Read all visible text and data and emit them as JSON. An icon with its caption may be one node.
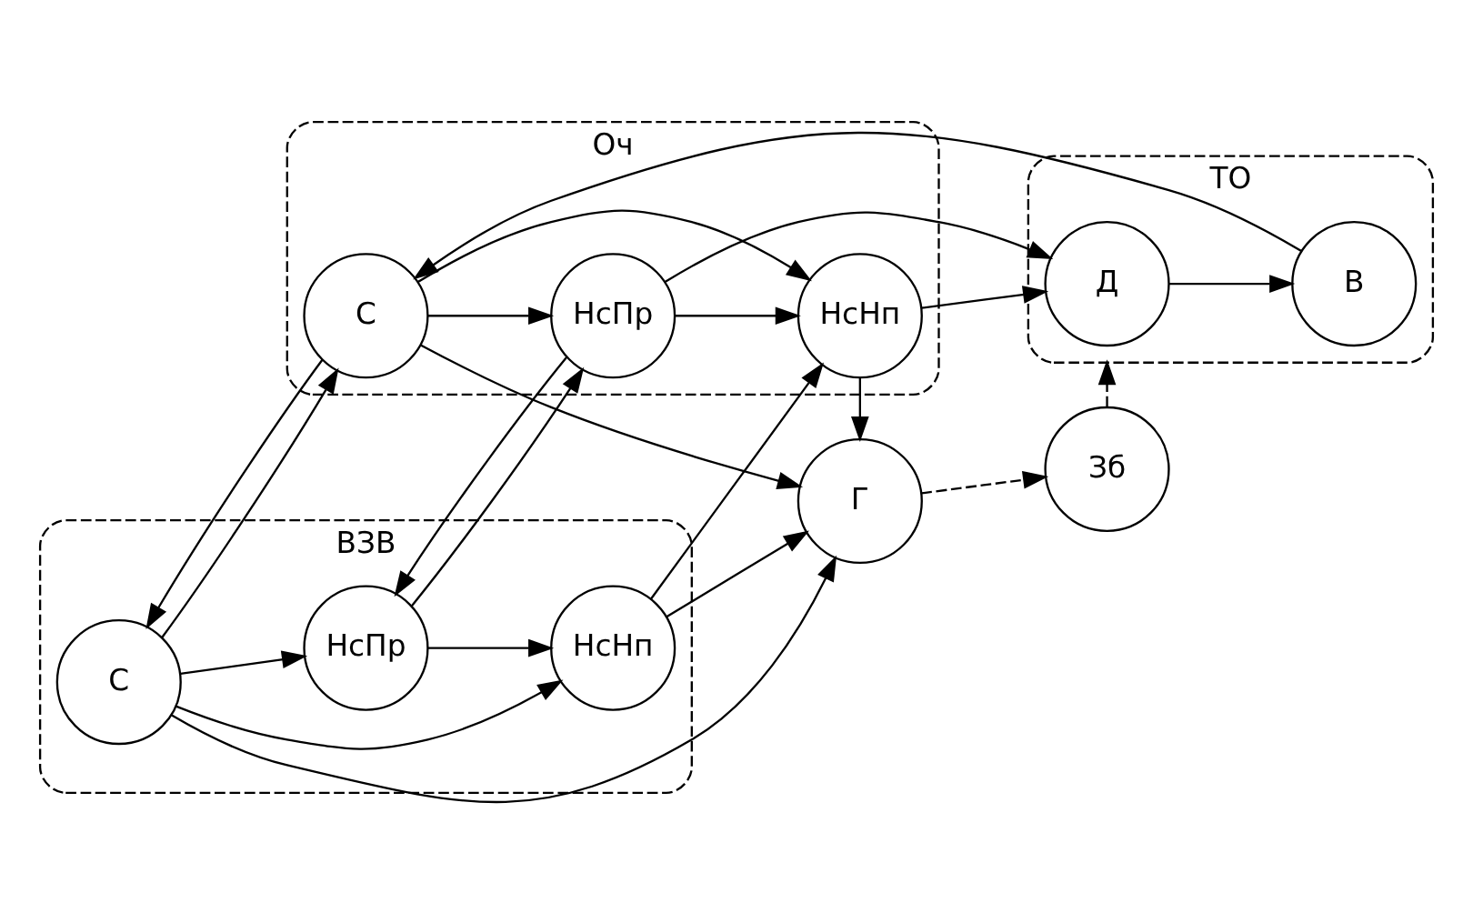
{
  "diagram": {
    "nodes": [
      {
        "text": [
          "Оч"
        ]
      },
      {
        "text": [
          "С"
        ],
        "in": 0
      },
      {
        "text": [
          "НсПр"
        ],
        "in": 0
      },
      {
        "text": [
          "НсНп"
        ],
        "in": 0
      },
      {
        "text": [
          "ВЗВ"
        ]
      },
      {
        "text": [
          "С"
        ],
        "in": 4
      },
      {
        "text": [
          "НсПр"
        ],
        "in": 4
      },
      {
        "text": [
          "НсНп"
        ],
        "in": 4
      },
      {
        "text": [
          "ТО"
        ]
      },
      {
        "text": [
          "Д"
        ],
        "in": 8
      },
      {
        "text": [
          "В"
        ],
        "in": 8
      },
      {
        "text": [
          "Г"
        ]
      },
      {
        "text": [
          "Зб"
        ]
      }
    ],
    "edges": [
      {
        "from": 1,
        "to": 5,
        "arrow": "to"
      },
      {
        "from": 5,
        "to": 1,
        "arrow": "to"
      },
      {
        "from": 10,
        "to": 1,
        "arrow": "to"
      },
      {
        "from": 1,
        "to": 2,
        "arrow": "to"
      },
      {
        "from": 1,
        "to": 3,
        "arrow": "to"
      },
      {
        "from": 1,
        "to": 11,
        "arrow": "to"
      },
      {
        "from": 2,
        "to": 6,
        "arrow": "to"
      },
      {
        "from": 6,
        "to": 2,
        "arrow": "to"
      },
      {
        "from": 2,
        "to": 3,
        "arrow": "to"
      },
      {
        "from": 2,
        "to": 9,
        "arrow": "to"
      },
      {
        "from": 5,
        "to": 6,
        "arrow": "to"
      },
      {
        "from": 5,
        "to": 7,
        "arrow": "to"
      },
      {
        "from": 5,
        "to": 11,
        "arrow": "to"
      },
      {
        "from": 6,
        "to": 7,
        "arrow": "to"
      },
      {
        "from": 7,
        "to": 3,
        "arrow": "to"
      },
      {
        "from": 7,
        "to": 11,
        "arrow": "to"
      },
      {
        "from": 3,
        "to": 11,
        "arrow": "to"
      },
      {
        "from": 3,
        "to": 9,
        "arrow": "to"
      },
      {
        "from": 9,
        "to": 10,
        "arrow": "to"
      },
      {
        "from": 12,
        "to": 8,
        "arrow": "to",
        "style": "dashed"
      },
      {
        "from": 11,
        "to": 12,
        "arrow": "to",
        "style": "dashed"
      }
    ]
  }
}
